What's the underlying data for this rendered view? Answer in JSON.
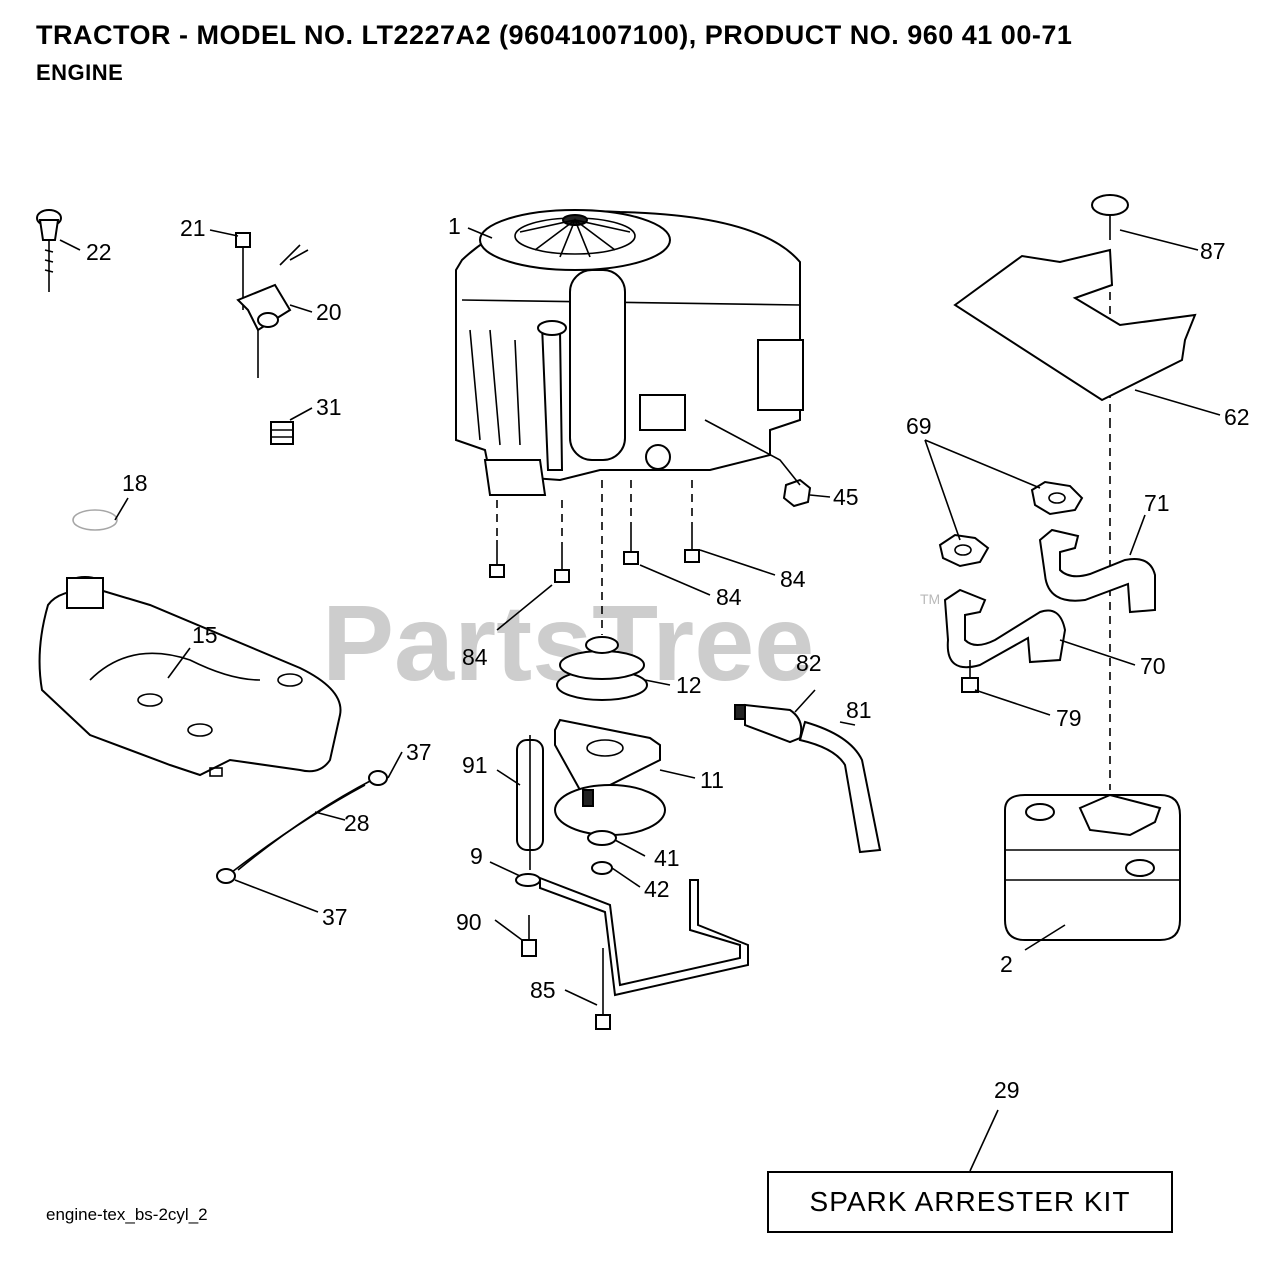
{
  "header": {
    "title": "TRACTOR - MODEL NO. LT2227A2 (96041007100), PRODUCT NO. 960 41 00-71",
    "subtitle": "ENGINE"
  },
  "watermark": {
    "text": "PartsTree",
    "mark": "TM"
  },
  "callouts": {
    "c1": "1",
    "c22": "22",
    "c21": "21",
    "c20": "20",
    "c31": "31",
    "c18": "18",
    "c15": "15",
    "c45": "45",
    "c84a": "84",
    "c84b": "84",
    "c84c": "84",
    "c87": "87",
    "c62": "62",
    "c69": "69",
    "c71": "71",
    "c70": "70",
    "c79": "79",
    "c12": "12",
    "c82": "82",
    "c81": "81",
    "c11": "11",
    "c91": "91",
    "c41": "41",
    "c42": "42",
    "c9": "9",
    "c90": "90",
    "c85": "85",
    "c37a": "37",
    "c37b": "37",
    "c28": "28",
    "c2": "2",
    "c29": "29"
  },
  "kit_label": "SPARK ARRESTER KIT",
  "footer_code": "engine-tex_bs-2cyl_2"
}
